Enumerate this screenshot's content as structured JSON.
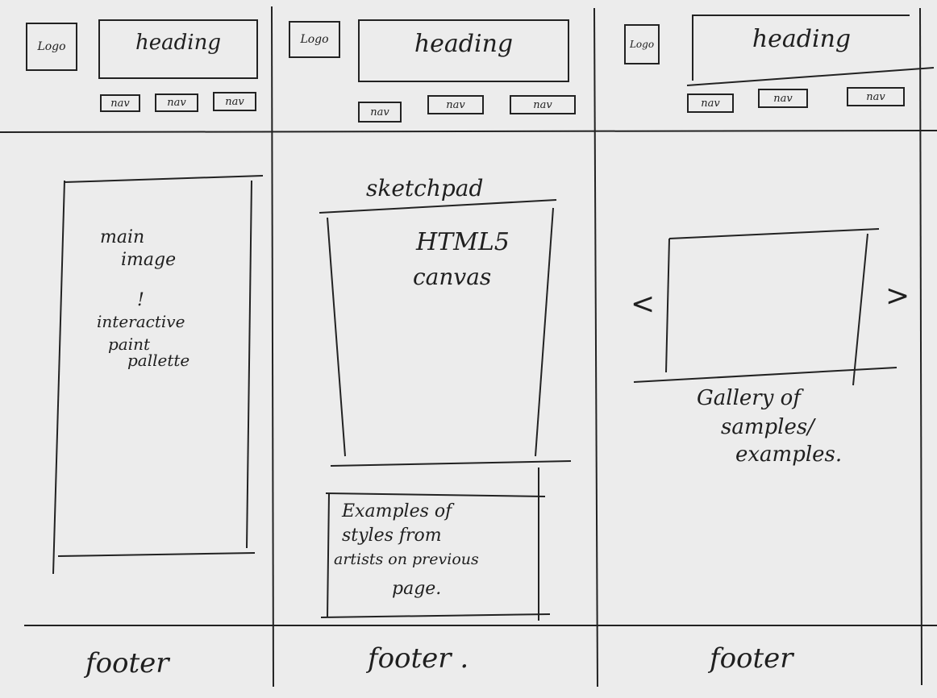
{
  "panels": [
    {
      "logo": "Logo",
      "heading": "heading",
      "navs": [
        "nav",
        "nav",
        "nav"
      ],
      "content_note": [
        "main",
        "image",
        "!",
        "interactive",
        "paint",
        "pallette"
      ],
      "footer": "footer"
    },
    {
      "logo": "Logo",
      "heading": "heading",
      "navs": [
        "nav",
        "nav",
        "nav"
      ],
      "section_title": "sketchpad",
      "canvas_label": [
        "HTML5",
        "canvas"
      ],
      "examples_label": [
        "Examples of",
        "styles from",
        "artists on previous",
        "page."
      ],
      "footer": "footer ."
    },
    {
      "logo": "Logo",
      "heading": "heading",
      "navs": [
        "nav",
        "nav",
        "nav"
      ],
      "arrow_left": "<",
      "arrow_right": ">",
      "gallery_label": [
        "Gallery of",
        "samples/",
        "examples."
      ],
      "footer": "footer"
    }
  ]
}
